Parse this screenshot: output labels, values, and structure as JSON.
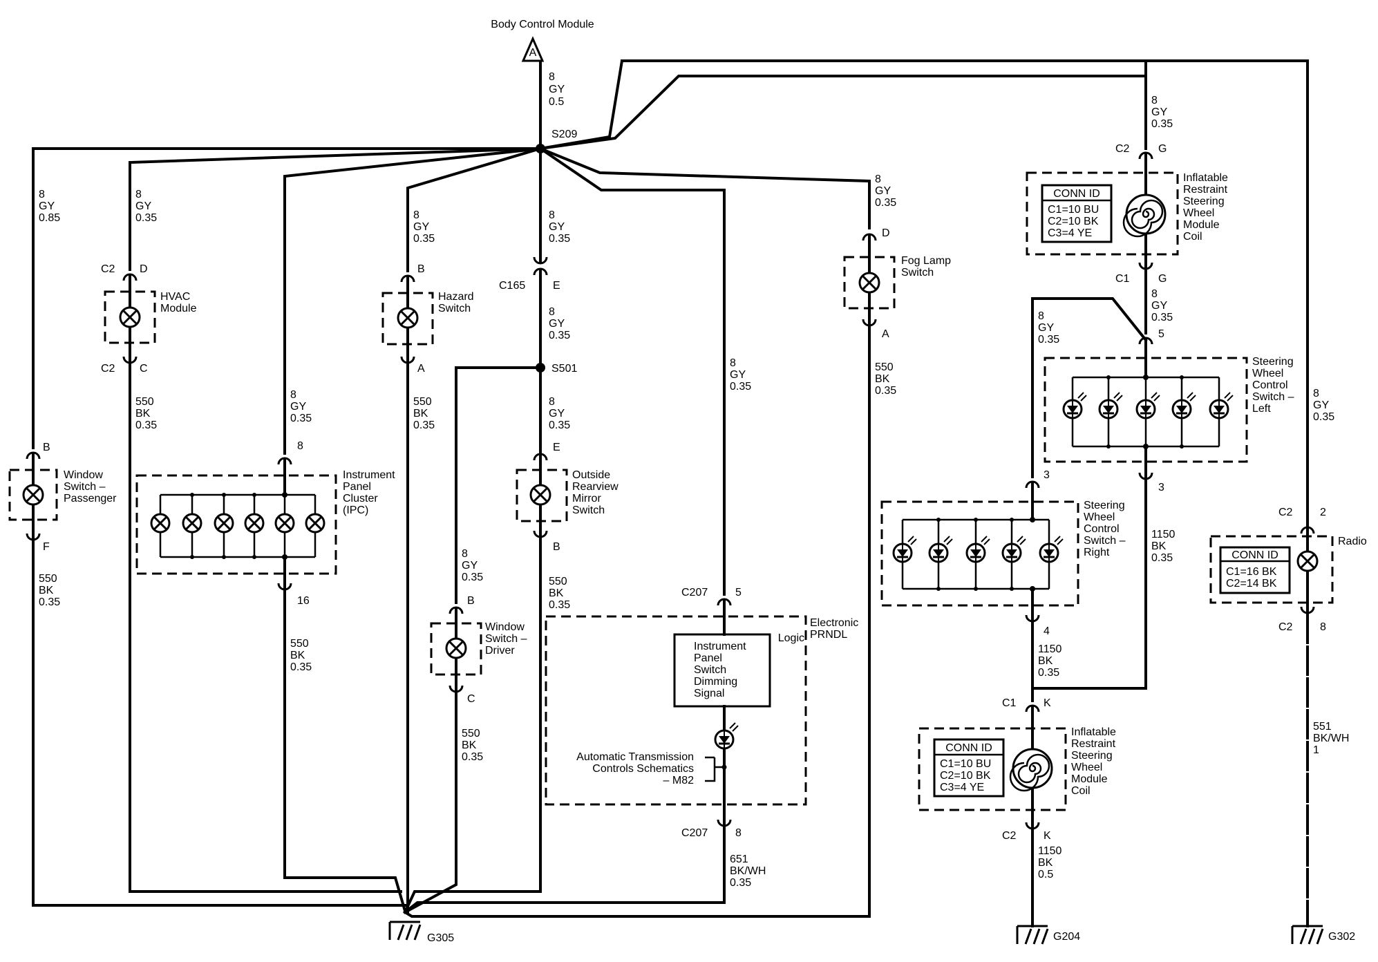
{
  "top": {
    "label": "Body Control Module",
    "terminal": "A",
    "wire": [
      "8",
      "GY",
      "0.5"
    ]
  },
  "splices": {
    "s209": "S209",
    "s501": "S501"
  },
  "wires": {
    "gy085": [
      "8",
      "GY",
      "0.85"
    ],
    "gy035": [
      "8",
      "GY",
      "0.35"
    ],
    "bk055": [
      "550",
      "BK",
      "0.35"
    ],
    "bk1150": [
      "1150",
      "BK",
      "0.35"
    ],
    "bk1150b": [
      "1150",
      "BK",
      "0.5"
    ],
    "bkwh651": [
      "651",
      "BK/WH",
      "0.35"
    ],
    "bkwh551": [
      "551",
      "BK/WH",
      "1"
    ]
  },
  "components": {
    "window_passenger": [
      "Window",
      "Switch –",
      "Passenger"
    ],
    "hvac": [
      "HVAC",
      "Module"
    ],
    "ipc": [
      "Instrument",
      "Panel",
      "Cluster",
      "(IPC)"
    ],
    "hazard": [
      "Hazard",
      "Switch"
    ],
    "window_driver": [
      "Window",
      "Switch –",
      "Driver"
    ],
    "mirror": [
      "Outside",
      "Rearview",
      "Mirror",
      "Switch"
    ],
    "prndl": [
      "Electronic",
      "PRNDL"
    ],
    "logic": "Logic",
    "dimming": [
      "Instrument",
      "Panel",
      "Switch",
      "Dimming",
      "Signal"
    ],
    "auto_trans": [
      "Automatic Transmission",
      "Controls Schematics",
      "– M82"
    ],
    "fog": [
      "Fog Lamp",
      "Switch"
    ],
    "coil": [
      "Inflatable",
      "Restraint",
      "Steering",
      "Wheel",
      "Module",
      "Coil"
    ],
    "swc_left": [
      "Steering",
      "Wheel",
      "Control",
      "Switch –",
      "Left"
    ],
    "swc_right": [
      "Steering",
      "Wheel",
      "Control",
      "Switch –",
      "Right"
    ],
    "radio": "Radio"
  },
  "conn_id": {
    "title": "CONN ID",
    "coil_lines": [
      "C1=10 BU",
      "C2=10 BK",
      "C3=4 YE"
    ],
    "radio_lines": [
      "C1=16 BK",
      "C2=14 BK"
    ]
  },
  "connectors": {
    "c2": "C2",
    "c1": "C1",
    "c165": "C165",
    "c207": "C207"
  },
  "pins": {
    "a": "A",
    "b": "B",
    "c": "C",
    "d": "D",
    "e": "E",
    "f": "F",
    "g": "G",
    "k": "K",
    "p2": "2",
    "p3": "3",
    "p4": "4",
    "p5": "5",
    "p8": "8",
    "p16": "16"
  },
  "grounds": {
    "g305": "G305",
    "g204": "G204",
    "g302": "G302"
  }
}
